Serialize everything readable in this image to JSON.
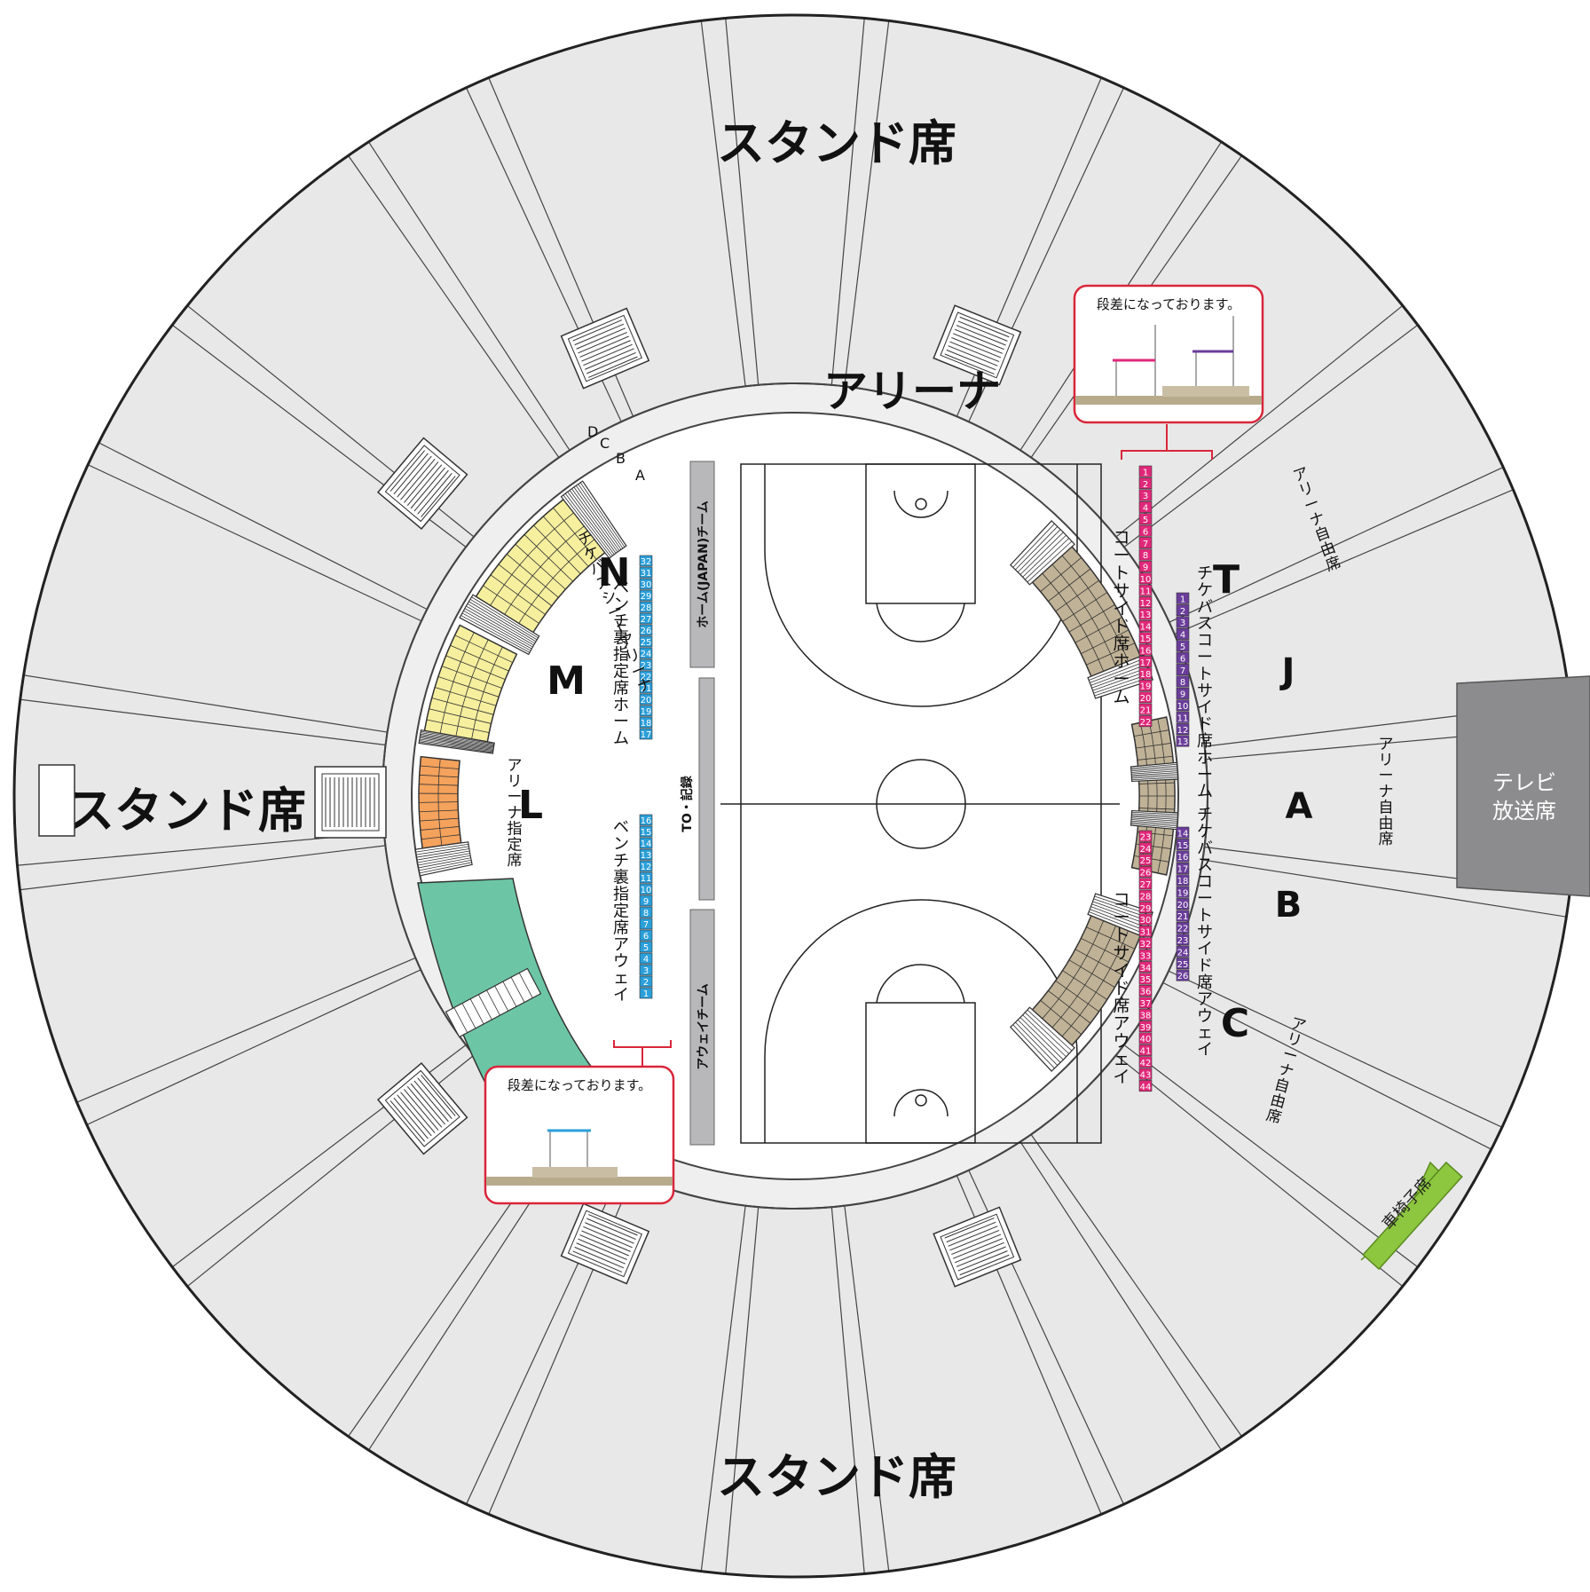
{
  "labels": {
    "stand_top": "スタンド席",
    "stand_left": "スタンド席",
    "stand_bottom": "スタンド席",
    "arena": "アリーナ",
    "tv": [
      "テレビ",
      "放送席"
    ],
    "wheelchair": "車椅子席",
    "step_note_top": "段差になっております。",
    "step_note_bottom": "段差になっております。",
    "home_team": "ホーム(JAPAN)チーム",
    "to_record": "TO・記録",
    "away_team": "アウェイチーム"
  },
  "vertical_texts": {
    "courtside_home": "コートサイド席ホーム",
    "courtside_away": "コートサイド席アウェイ",
    "chikebasu_home": "チケバスコートサイド席ホーム",
    "chikebasu_away": "チケバスコートサイド席アウェイ",
    "bench_home": "ベンチ裏指定席ホーム",
    "bench_away": "ベンチ裏指定席アウェイ",
    "arena_free_t": "アリーナ自由席",
    "arena_free_a": "アリーナ自由席",
    "arena_free_c": "アリーナ自由席",
    "arena_reserved": "アリーナ指定席",
    "chikebasu_seat_arena": "チケバスシートアリーナ"
  },
  "blocks": {
    "N": "N",
    "M": "M",
    "L": "L",
    "T": "T",
    "J": "J",
    "A": "A",
    "B": "B",
    "C": "C"
  },
  "row_letters": [
    "D",
    "C",
    "B",
    "A"
  ],
  "seats": {
    "courtside_home": {
      "from": 1,
      "to": 22,
      "color": "#e0287a"
    },
    "courtside_away": {
      "from": 23,
      "to": 44,
      "color": "#e0287a"
    },
    "chikebasu_home": {
      "from": 1,
      "to": 13,
      "color": "#6a3d9a"
    },
    "chikebasu_away": {
      "from": 14,
      "to": 26,
      "color": "#6a3d9a"
    },
    "bench_home": {
      "from": 17,
      "to": 32,
      "color": "#2b9fd9"
    },
    "bench_away": {
      "from": 1,
      "to": 16,
      "color": "#2b9fd9"
    }
  },
  "colors": {
    "stand": "#e8e8e8",
    "concourse": "#efefef",
    "arena_free": "#c0b296",
    "yellow_seats": "#f5ef9e",
    "orange_seats": "#f4a25c",
    "green_block": "#6cc6a6",
    "tv_booth": "#8c8c8e",
    "wheelchair": "#8dc63f",
    "note_border": "#d9263a",
    "step_base": "#b8ab8c",
    "step_home": "#e0287a",
    "step_chikebasu": "#6a3d9a",
    "step_bench": "#2b9fd9",
    "team_bar": "#b8b8ba"
  }
}
